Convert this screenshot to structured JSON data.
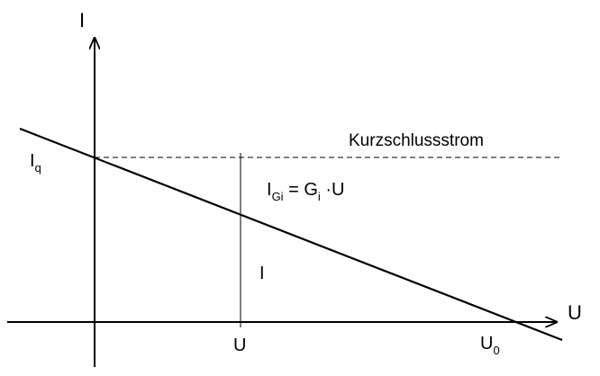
{
  "axes": {
    "y_label": "I",
    "x_label": "U"
  },
  "labels": {
    "iq_main": "I",
    "iq_sub": "q",
    "short_circuit": "Kurzschlussstrom",
    "formula_i": "I",
    "formula_i_sub": "Gi",
    "formula_eq": " = G",
    "formula_g_sub": "i",
    "formula_rest": " ·U",
    "current_mark": "I",
    "u_tick": "U",
    "u0_main": "U",
    "u0_sub": "0"
  },
  "colors": {
    "stroke": "#000000",
    "background": "#ffffff"
  }
}
